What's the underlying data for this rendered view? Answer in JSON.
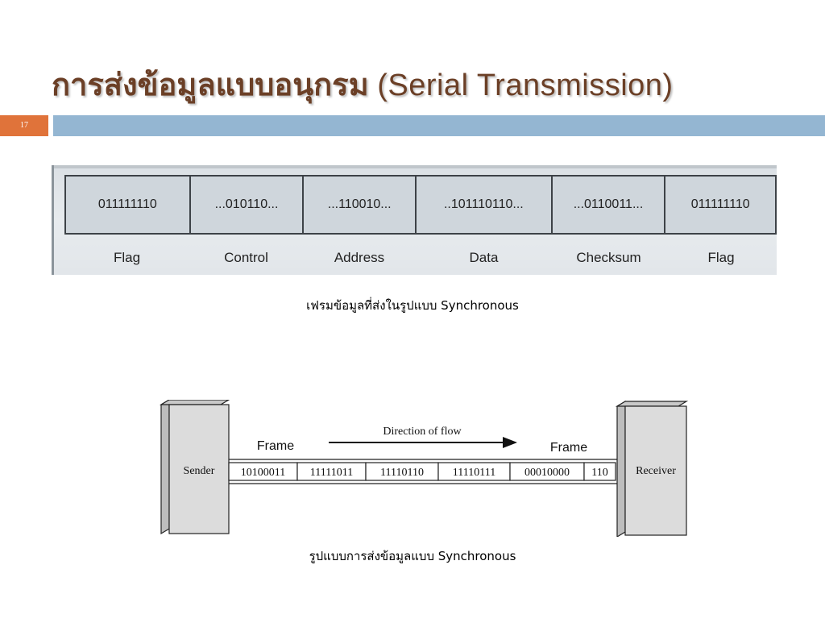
{
  "slide": {
    "title_thai": "การส่งข้อมูลแบบอนุกรม",
    "title_en": "(Serial Transmission)",
    "number": "17",
    "colors": {
      "title": "#6b3f26",
      "number_box": "#e0733a",
      "bar": "#94b6d2"
    }
  },
  "frame_figure": {
    "fields": [
      {
        "bits": "011111110",
        "label": "Flag"
      },
      {
        "bits": "...010110...",
        "label": "Control"
      },
      {
        "bits": "...110010...",
        "label": "Address"
      },
      {
        "bits": "..101110110...",
        "label": "Data"
      },
      {
        "bits": "...0110011...",
        "label": "Checksum"
      },
      {
        "bits": "011111110",
        "label": "Flag"
      }
    ],
    "caption": "เฟรมข้อมูลที่ส่งในรูปแบบ Synchronous"
  },
  "sync_figure": {
    "sender": "Sender",
    "receiver": "Receiver",
    "direction": "Direction of flow",
    "frame_left": "Frame",
    "frame_right": "Frame",
    "bytes": [
      "10100011",
      "11111011",
      "11110110",
      "11110111",
      "00010000",
      "110"
    ],
    "caption": "รูปแบบการส่งข้อมูลแบบ Synchronous"
  }
}
